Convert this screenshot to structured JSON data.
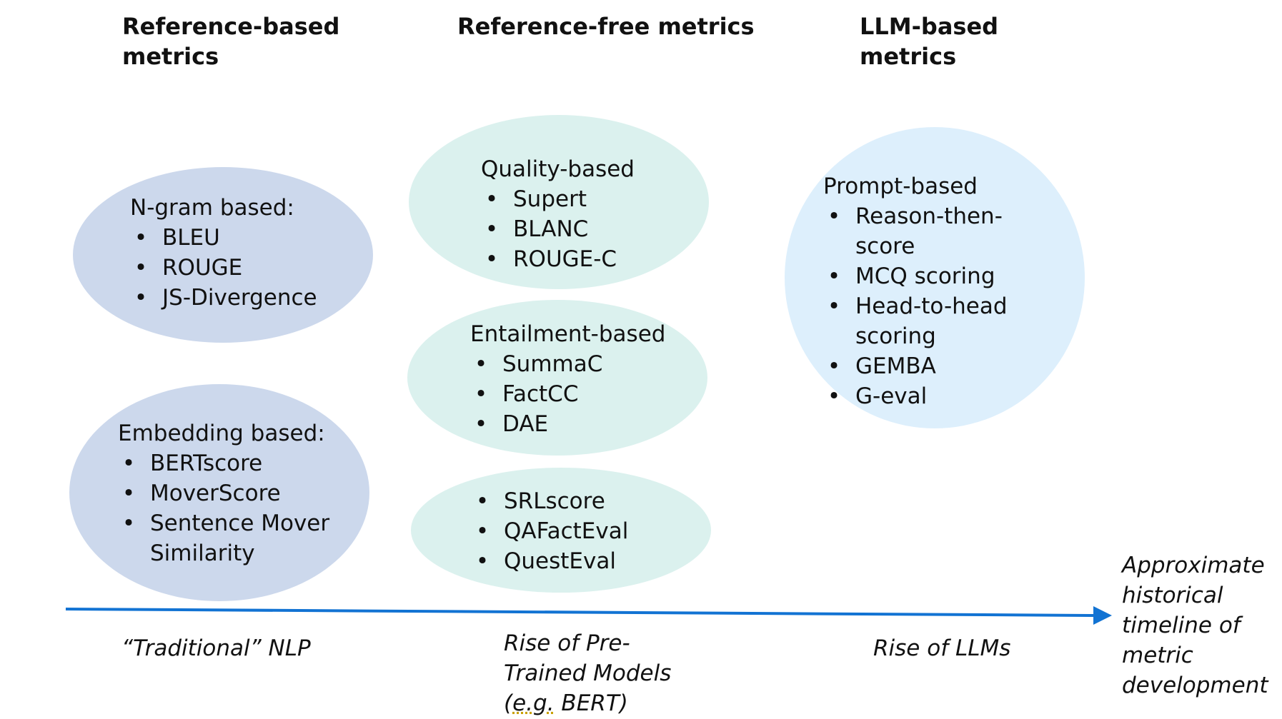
{
  "columns": {
    "reference_based": "Reference-based metrics",
    "reference_free": "Reference-free metrics",
    "llm_based": "LLM-based metrics"
  },
  "groups": {
    "ngram": {
      "title": "N-gram based:",
      "items": [
        "BLEU",
        "ROUGE",
        "JS-Divergence"
      ]
    },
    "embedding": {
      "title": "Embedding based:",
      "items": [
        "BERTscore",
        "MoverScore",
        "Sentence Mover Similarity"
      ]
    },
    "quality": {
      "title": "Quality-based",
      "items": [
        "Supert",
        "BLANC",
        "ROUGE-C"
      ]
    },
    "entailment": {
      "title": "Entailment-based",
      "items": [
        "SummaC",
        "FactCC",
        "DAE"
      ]
    },
    "qa": {
      "title": "",
      "items": [
        "SRLscore",
        "QAFactEval",
        "QuestEval"
      ]
    },
    "prompt": {
      "title": "Prompt-based",
      "items": [
        "Reason-then-score",
        "MCQ scoring",
        "Head-to-head scoring",
        "GEMBA",
        "G-eval"
      ]
    }
  },
  "timeline": {
    "label": "Approximate historical timeline of metric development",
    "eras": {
      "traditional": "“Traditional” NLP",
      "pretrained_prefix": "Rise of Pre-Trained Models (",
      "pretrained_eg": "e.g.",
      "pretrained_suffix": " BERT)",
      "llms": "Rise of LLMs"
    }
  },
  "colors": {
    "reference_based_fill": "#ccd8ec",
    "reference_free_fill": "#dbf1ee",
    "llm_fill": "#ddeffc",
    "arrow": "#1273d3"
  },
  "bullet_glyph": "•"
}
